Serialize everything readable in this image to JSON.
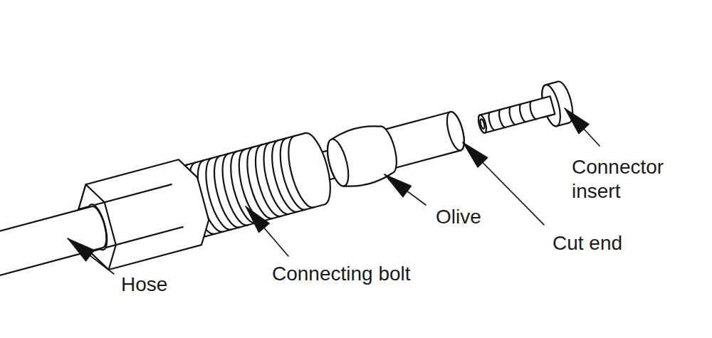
{
  "diagram": {
    "labels": [
      "Connector insert",
      "Olive",
      "Cut end",
      "Hose",
      "Connecting bolt"
    ]
  }
}
